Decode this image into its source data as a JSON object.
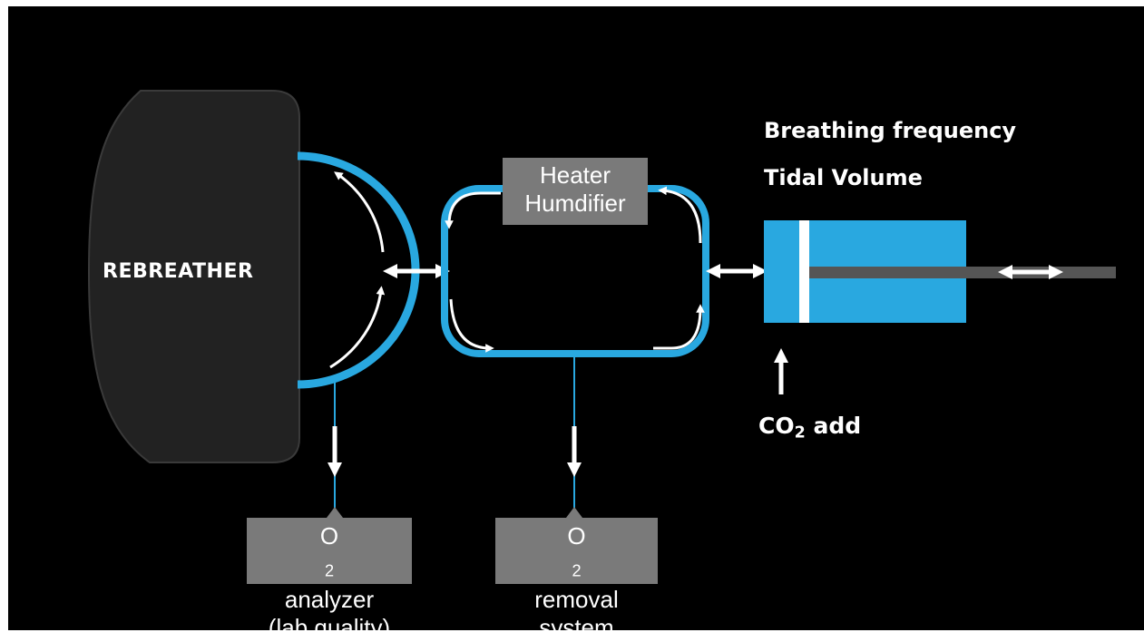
{
  "rebreather": {
    "label": "REBREATHER"
  },
  "heater": {
    "line1": "Heater",
    "line2": "Humdifier"
  },
  "settings": {
    "line1": "Breathing frequency",
    "line2": "Tidal Volume"
  },
  "co2": {
    "prefix": "CO",
    "sub": "2",
    "suffix": " add"
  },
  "analyzer": {
    "prefix": "O",
    "sub": "2",
    "line1_suffix": " analyzer",
    "line2": "(lab quality)"
  },
  "removal": {
    "prefix": "O",
    "sub": "2",
    "line1_suffix": " removal",
    "line2": "system"
  },
  "colors": {
    "background": "#000000",
    "tube": "#29a8e0",
    "box": "#7a7a7a",
    "arrow": "#ffffff",
    "rod": "#555555"
  }
}
